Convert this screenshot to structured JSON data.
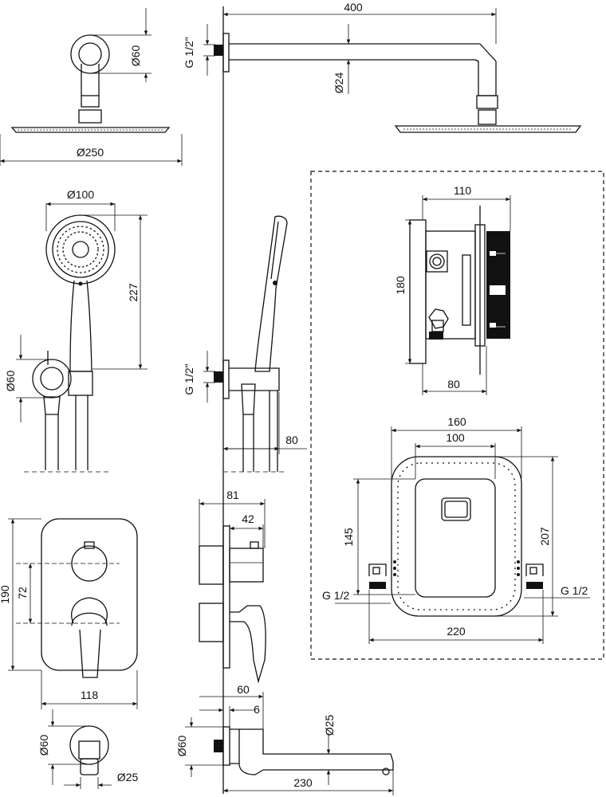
{
  "dimensions": {
    "d_400": "400",
    "d_g12_top": "G 1/2\"",
    "d_o60_top": "Ø60",
    "d_o24": "Ø24",
    "d_o250": "Ø250",
    "d_o100": "Ø100",
    "d_227": "227",
    "d_o60_hand": "Ø60",
    "d_g12_mid": "G 1/2\"",
    "d_80_mid": "80",
    "d_110": "110",
    "d_180": "180",
    "d_80_box": "80",
    "d_160": "160",
    "d_100": "100",
    "d_145": "145",
    "d_207": "207",
    "d_g12_left": "G 1/2",
    "d_g12_right": "G 1/2",
    "d_220": "220",
    "d_81": "81",
    "d_42": "42",
    "d_190": "190",
    "d_72": "72",
    "d_118": "118",
    "d_60_spout": "60",
    "d_6": "6",
    "d_o25_spout": "Ø25",
    "d_o60_spout": "Ø60",
    "d_230": "230",
    "d_o60_bottom": "Ø60",
    "d_o25_bottom": "Ø25"
  }
}
